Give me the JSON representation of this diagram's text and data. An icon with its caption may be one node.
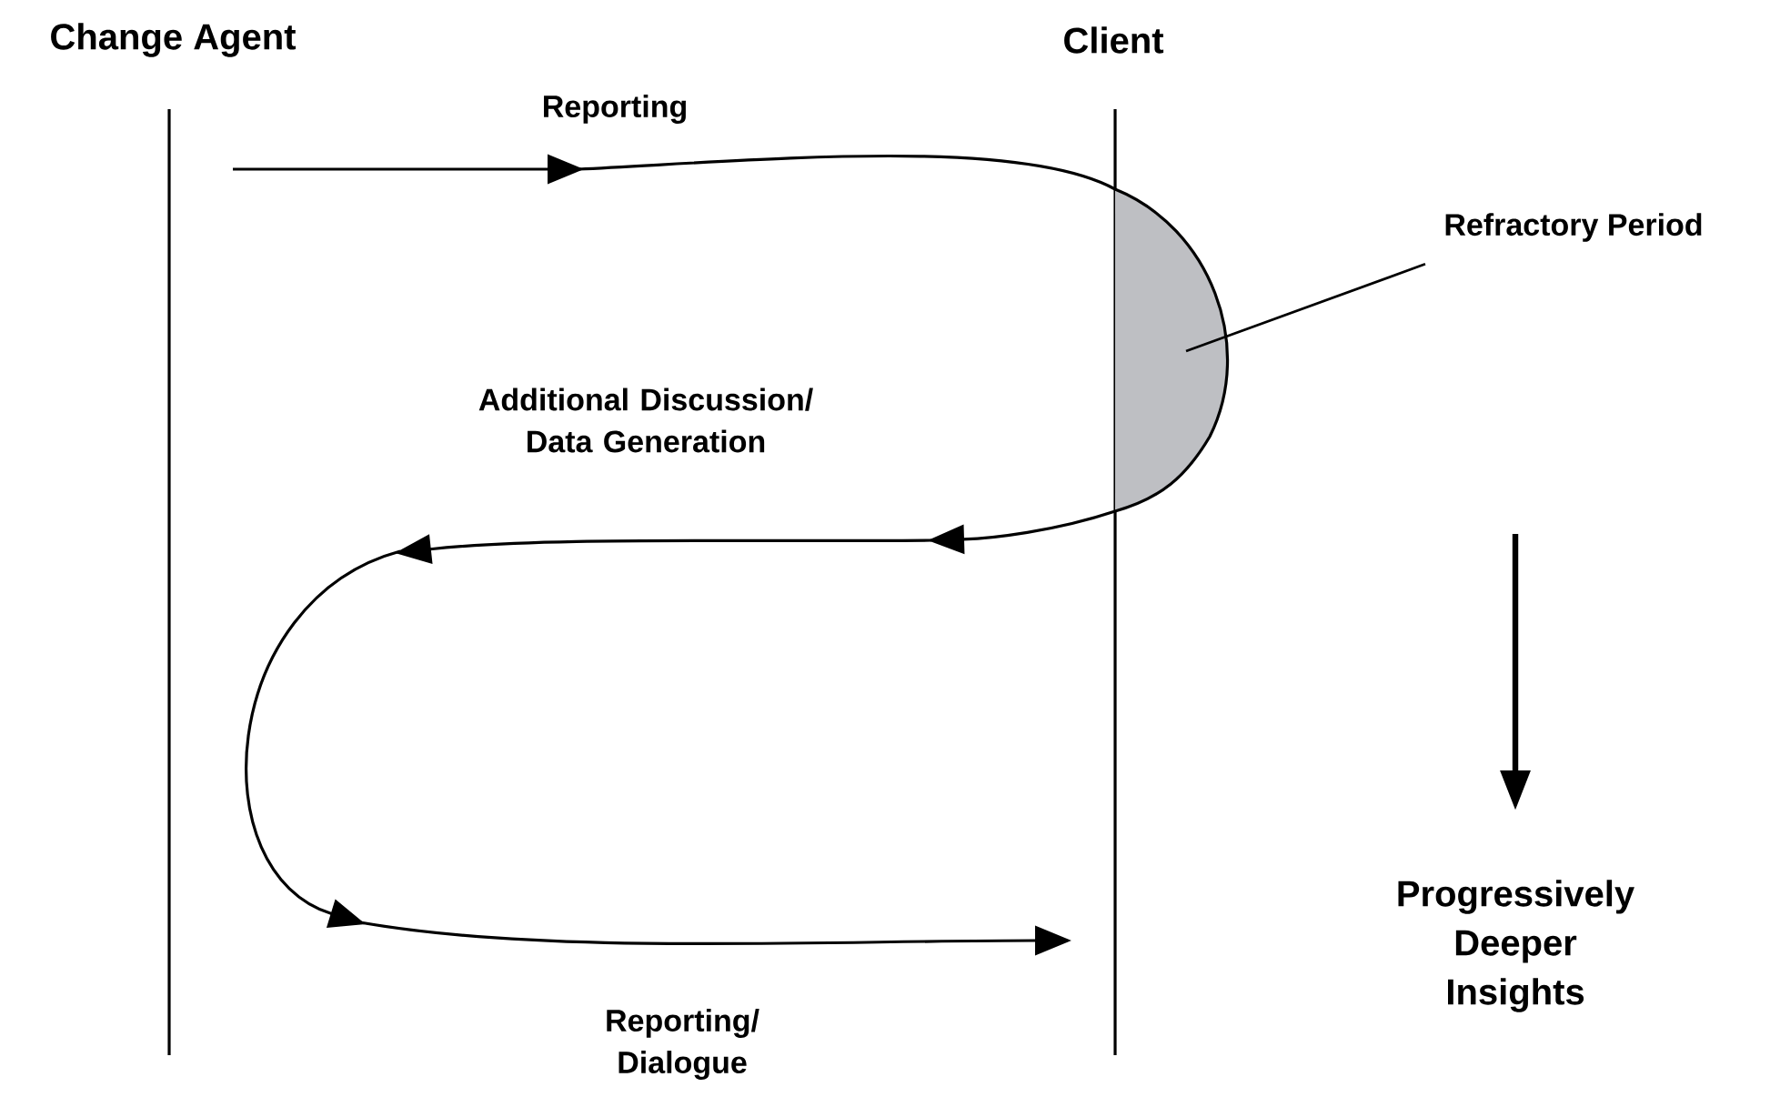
{
  "diagram": {
    "nodes": [
      {
        "text": [
          "Refractory Period"
        ]
      },
      {
        "text": [],
        "shape": "area"
      },
      {
        "text": [
          "Progressively Deeper Insights"
        ]
      }
    ],
    "edges": [
      {
        "from": 0,
        "to": 1,
        "arrow": "none"
      },
      {
        "from": null,
        "to": 2,
        "arrow": "to",
        "style": "thick"
      }
    ],
    "labels": [
      "Change Agent",
      "Client",
      "Reporting",
      "Additional Discussion/ Data Generation",
      "Reporting/ Dialogue"
    ]
  }
}
